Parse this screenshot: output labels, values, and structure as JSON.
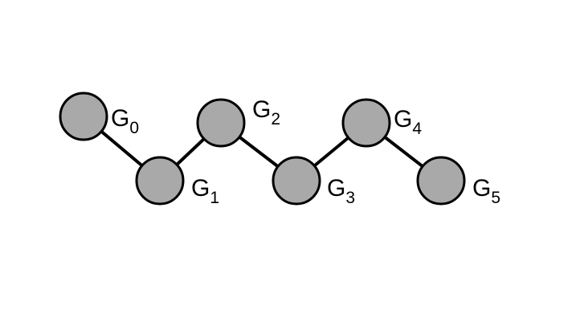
{
  "colors": {
    "node_fill": "#a9a9a9",
    "node_stroke": "#000000",
    "edge": "#000000"
  },
  "nodes": [
    {
      "id": "G0",
      "letter": "G",
      "subscript": "0"
    },
    {
      "id": "G1",
      "letter": "G",
      "subscript": "1"
    },
    {
      "id": "G2",
      "letter": "G",
      "subscript": "2"
    },
    {
      "id": "G3",
      "letter": "G",
      "subscript": "3"
    },
    {
      "id": "G4",
      "letter": "G",
      "subscript": "4"
    },
    {
      "id": "G5",
      "letter": "G",
      "subscript": "5"
    }
  ],
  "edges": [
    [
      "G0",
      "G1"
    ],
    [
      "G1",
      "G2"
    ],
    [
      "G2",
      "G3"
    ],
    [
      "G3",
      "G4"
    ],
    [
      "G4",
      "G5"
    ]
  ]
}
